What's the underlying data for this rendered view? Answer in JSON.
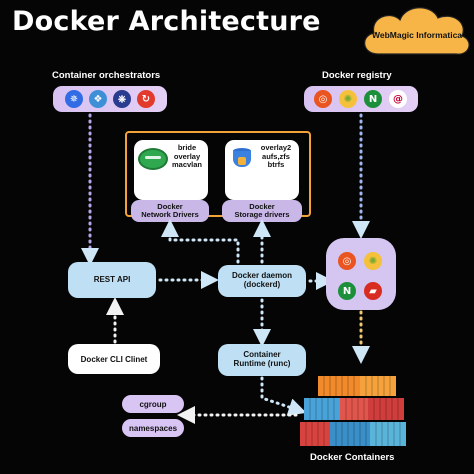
{
  "title": "Docker Architecture",
  "brand": "WebMagic Informatica",
  "orchestrators": {
    "label": "Container orchestrators",
    "icons": [
      "kubernetes-icon",
      "docker-swarm-icon",
      "helm-icon",
      "openshift-icon"
    ]
  },
  "registry": {
    "label": "Docker registry",
    "icons": [
      "ubuntu-icon",
      "fedora-icon",
      "nginx-icon",
      "debian-icon"
    ],
    "icon_glyphs": {
      "nginx": "N"
    }
  },
  "network_drivers": {
    "lines": [
      "bride",
      "overlay",
      "macvlan"
    ],
    "label_line1": "Docker",
    "label_line2": "Network Drivers"
  },
  "storage_drivers": {
    "lines": [
      "overlay2",
      "aufs,zfs",
      "btrfs"
    ],
    "label_line1": "Docker",
    "label_line2": "Storage drivers"
  },
  "rest_api": "REST API",
  "daemon": {
    "line1": "Docker daemon",
    "line2": "(dockerd)"
  },
  "cli": "Docker CLI Clinet",
  "runtime": {
    "line1": "Container",
    "line2": "Runtime (runc)"
  },
  "cgroup": "cgroup",
  "namespaces": "namespaces",
  "images_glyph": "N",
  "containers_label": "Docker Containers",
  "colors": {
    "background": "#050505",
    "lavender": "#d9c5f3",
    "light_blue": "#bfe0f4",
    "orange": "#f3a23a",
    "arrow_dots": "#bfe0f4",
    "arrow_dots_white": "#f2f2f2",
    "arrow_dots_blue": "#9fb6f0"
  }
}
